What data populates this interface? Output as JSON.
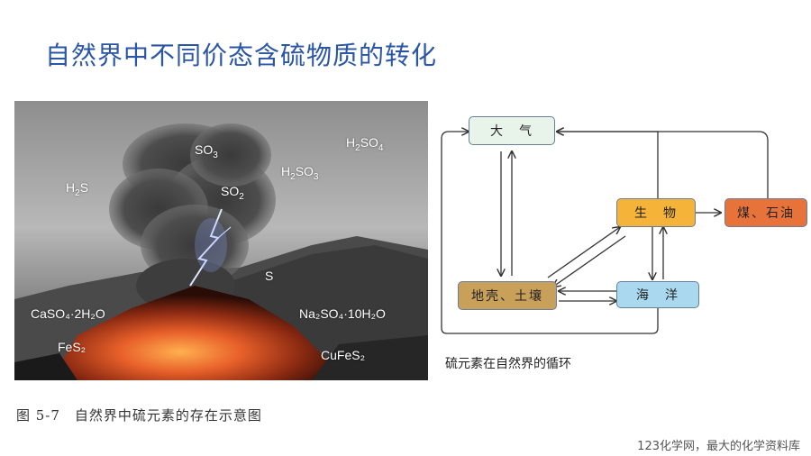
{
  "title": "自然界中不同价态含硫物质的转化",
  "photo": {
    "labels": {
      "so3": {
        "base": "SO",
        "sub": "3",
        "tail": ""
      },
      "h2so4": {
        "base": "H",
        "sub": "2",
        "tail": "SO",
        "sub2": "4"
      },
      "h2s": {
        "base": "H",
        "sub": "2",
        "tail": "S"
      },
      "h2so3": {
        "base": "H",
        "sub": "2",
        "tail": "SO",
        "sub2": "3"
      },
      "so2": {
        "base": "SO",
        "sub": "2",
        "tail": ""
      },
      "s": {
        "base": "S"
      },
      "caso4": {
        "text": "CaSO₄·2H₂O"
      },
      "na2so4": {
        "text": "Na₂SO₄·10H₂O"
      },
      "fes2": {
        "text": "FeS₂"
      },
      "cufes2": {
        "text": "CuFeS₂"
      }
    }
  },
  "figure_caption": "图 5-7　自然界中硫元素的存在示意图",
  "cycle": {
    "caption": "硫元素在自然界的循环",
    "nodes": {
      "atmosphere": {
        "label": "大　气",
        "color": "#e8f3ea"
      },
      "biology": {
        "label": "生　物",
        "color": "#f5b33a"
      },
      "coal_oil": {
        "label": "煤、石油",
        "color": "#e8733a"
      },
      "crust_soil": {
        "label": "地壳、土壤",
        "color": "#c9a05a"
      },
      "ocean": {
        "label": "海　洋",
        "color": "#a9d8ef"
      }
    }
  },
  "footer": "123化学网，最大的化学资料库"
}
